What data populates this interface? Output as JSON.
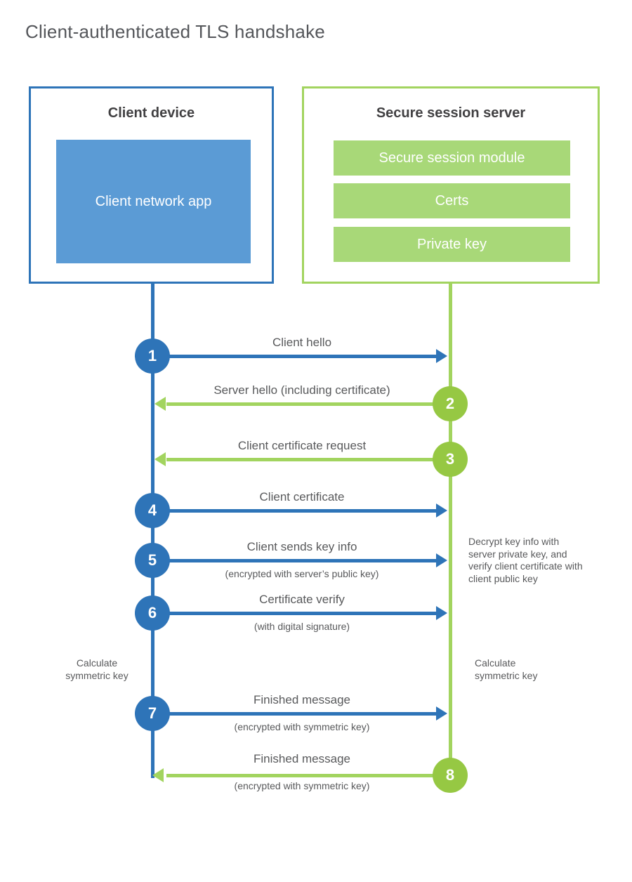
{
  "title": "Client-authenticated TLS handshake",
  "colors": {
    "blue": "#2e74b8",
    "blue_fill": "#5b9bd5",
    "green_line": "#a2d45f",
    "green_circle": "#96c843",
    "green_fill": "#a8d878",
    "text": "#58595b"
  },
  "client": {
    "title": "Client device",
    "app_label": "Client network app"
  },
  "server": {
    "title": "Secure session server",
    "modules": [
      "Secure session module",
      "Certs",
      "Private key"
    ]
  },
  "messages": [
    {
      "num": "1",
      "label": "Client hello",
      "sub": "",
      "direction": "right"
    },
    {
      "num": "2",
      "label": "Server hello (including certificate)",
      "sub": "",
      "direction": "left"
    },
    {
      "num": "3",
      "label": "Client certificate request",
      "sub": "",
      "direction": "left"
    },
    {
      "num": "4",
      "label": "Client certificate",
      "sub": "",
      "direction": "right"
    },
    {
      "num": "5",
      "label": "Client sends key info",
      "sub": "(encrypted with server’s public key)",
      "direction": "right"
    },
    {
      "num": "6",
      "label": "Certificate verify",
      "sub": "(with digital signature)",
      "direction": "right"
    },
    {
      "num": "7",
      "label": "Finished message",
      "sub": "(encrypted with symmetric key)",
      "direction": "right"
    },
    {
      "num": "8",
      "label": "Finished message",
      "sub": "(encrypted with symmetric key)",
      "direction": "left"
    }
  ],
  "annotations": {
    "decrypt": "Decrypt key info with server private key, and verify client certificate with client public key",
    "calc_left": "Calculate symmetric key",
    "calc_right": "Calculate symmetric key"
  }
}
